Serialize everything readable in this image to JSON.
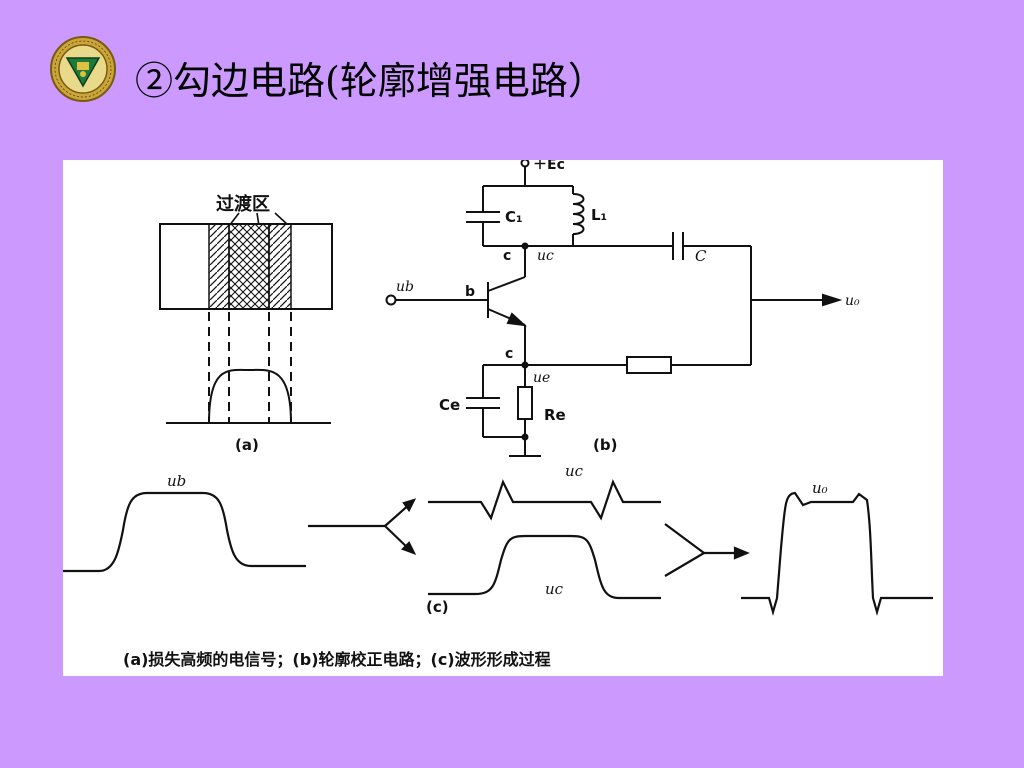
{
  "slide": {
    "title": "②勾边电路(轮廓增强电路）",
    "background_color": "#cc99ff",
    "logo_icon": "university-emblem-icon"
  },
  "figure": {
    "panel_a": {
      "region_label": "过渡区",
      "caption": "(a)"
    },
    "panel_b": {
      "supply_label": "＋Ec",
      "c1_label": "C₁",
      "l1_label": "L₁",
      "collector_label": "c",
      "uc_label": "uc",
      "coupling_cap_label": "C",
      "input_label": "ub",
      "base_label": "b",
      "output_label": "u₀",
      "emitter_label": "c",
      "ue_label": "ue",
      "ce_label": "Ce",
      "re_label": "Re",
      "caption": "(b)"
    },
    "panel_c": {
      "input_wave_label": "ub",
      "uc_wave_label": "uc",
      "ue_wave_label": "uc",
      "output_wave_label": "u₀",
      "caption": "(c)"
    },
    "footer_caption": "(a)损失高频的电信号；(b)轮廓校正电路；(c)波形形成过程"
  }
}
